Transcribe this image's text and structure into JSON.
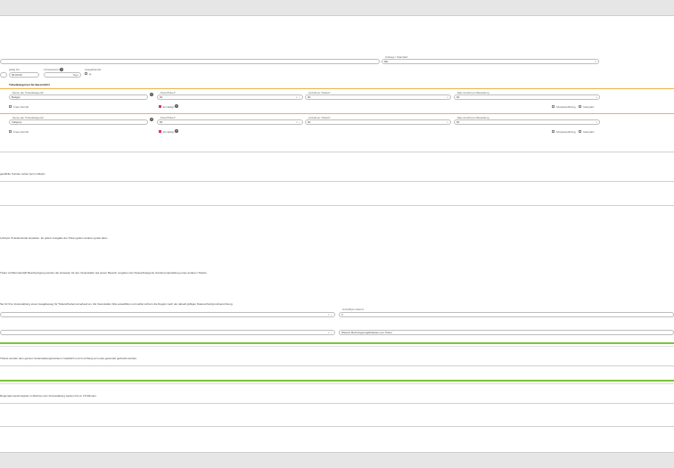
{
  "header": {
    "top_title": "",
    "bottom_title": ""
  },
  "row1": {
    "left_value": "",
    "right_label": "Anfrage / Standard",
    "right_value": "DE"
  },
  "row2": {
    "col1_label": "gültig bis",
    "date_value": "00.00.00",
    "days_label": "Anreisetermin",
    "days_value": "Tage",
    "tage_label": "Tage",
    "check_label": "Ausgeblendet",
    "check_caption": "ja"
  },
  "section_title": "Ticketkategorien für Bereich/Ort",
  "ticket_row_1": {
    "label_name": "Name der Ticketkategorie*",
    "value_name": "Budget",
    "label_price": "Preis/Ticket*",
    "value_price": "60",
    "label_count": "Anzahl an Tickets*",
    "value_count": "60",
    "label_max": "Max Anzahl pro Bestellung",
    "value_max": "60",
    "opt_free": "Freier Eintritt",
    "opt_ermaessigt": "Ermäßigt",
    "opt_a": "Sitzplatzpflichtig",
    "opt_b": "Stehplatz"
  },
  "ticket_row_2": {
    "label_name": "Name der Ticketkategorie*",
    "value_name": "Vollpreis",
    "label_price": "Preis/Ticket*",
    "value_price": "60",
    "label_count": "Anzahl an Tickets*",
    "value_count": "60",
    "label_max": "Max Anzahl pro Bestellung",
    "value_max": "60",
    "opt_free": "Freier Eintritt",
    "opt_ermaessigt": "Ermäßigt",
    "opt_a": "Sitzplatzpflichtig",
    "opt_b": "Stehplatz"
  },
  "texts": {
    "t1": "gewählte Kunden sehen kein Lobbytix",
    "t2": "Lobbytix Ticketkontrolle bestellen. Zu jedem Ausgabe der Ticket gelten anderer gratis dazu.",
    "t3": "Ticket mit Barcode/QR Bescheinigung werden die Hinweise für den Veranstalter auf einem Bereich vorgeben der Klasse/Kategorie Sonderveranstaltung eines anderen Tickets.",
    "t4": "Sie für Ihre Veranstaltung einen Ausgabeweg für Tickets/Kartenvorverkauf an. Als Veranstalter bitte auswählen und selbst sichern die Regeln nach der aktuell gültigen Datenschutzgrundverordnung.",
    "t5": "Tickets werden dem ganzen Veranstaltungszeitraum zusätzlich und im Anhang an Leute gesendet gedruckt werden.",
    "t6": "Regionale Gewinnspiele im Rahmen der Veranstaltung werden bis zu 15 Minuten."
  },
  "lower_fields": {
    "select1_value": "",
    "select1_ctl": "× ⌄",
    "right_label": "Anzahl/pro Abend",
    "right_value": "0",
    "select2_value": "",
    "select2_ctl": "× ⌄",
    "right2_value": "Weitere Buchungsmöglichkeiten pro Ticket"
  },
  "colors": {
    "accent_orange": "#f0b24a",
    "accent_green": "#7cc43a",
    "pink": "#e0307a"
  }
}
